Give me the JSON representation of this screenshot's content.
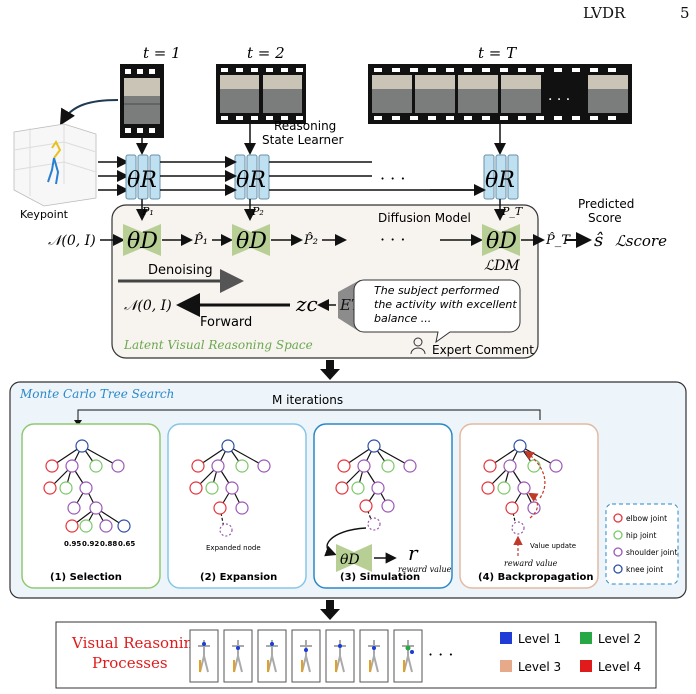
{
  "header": {
    "running_title": "LVDR",
    "page_number": "5"
  },
  "top": {
    "time_labels": [
      "t = 1",
      "t = 2",
      "t = T"
    ],
    "reasoning_label_1": "Reasoning",
    "reasoning_label_2": "State Learner",
    "keypoint_label": "Keypoint",
    "theta_r": "θR",
    "theta_d": "θD",
    "ellipsis": "· · ·",
    "diffusion_model": "Diffusion Model",
    "predicted_1": "Predicted",
    "predicted_2": "Score",
    "normal_input": "𝒩(0, I)",
    "normal_output": "𝒩(0, I)",
    "p1": "P₁",
    "p2": "P₂",
    "pT": "P_T",
    "p1hat": "P̂₁",
    "p2hat": "P̂₂",
    "pThat": "P̂_T",
    "s_hat": "ŝ",
    "l_score": "ℒscore",
    "l_dm": "ℒDM",
    "denoising": "Denoising",
    "forward": "Forward",
    "zc": "zc",
    "et": "ET",
    "comment_1": "The subject performed",
    "comment_2": "the activity with excellent",
    "comment_3": "balance ...",
    "expert_comment": "Expert Comment",
    "space_label": "Latent Visual Reasoning Space"
  },
  "mcts": {
    "title": "Monte Carlo Tree Search",
    "m_iterations": "M iterations",
    "panels": [
      "(1) Selection",
      "(2) Expansion",
      "(3) Simulation",
      "(4) Backpropagation"
    ],
    "scores": [
      "0.95",
      "0.92",
      "0.88",
      "0.65"
    ],
    "expanded_node": "Expanded node",
    "theta_d": "θD",
    "r": "r",
    "reward_value": "reward value",
    "value_update": "Value update",
    "reward_value_2": "reward value",
    "legend": [
      "elbow joint",
      "hip joint",
      "shoulder joint",
      "knee joint"
    ]
  },
  "bottom": {
    "title_1": "Visual Reasoning",
    "title_2": "Processes",
    "ellipsis": "· · ·",
    "levels": [
      "Level 1",
      "Level 2",
      "Level 3",
      "Level 4"
    ]
  },
  "colors": {
    "elbow": "#e8333b",
    "hip": "#7cc86a",
    "shoulder": "#9b59b6",
    "knee": "#2e4fa3",
    "level1": "#1f3cd6",
    "level2": "#27a844",
    "level3": "#e6a98a",
    "level4": "#e01b1b",
    "theta_r_fill": "#bfe0f0",
    "theta_d_fill": "#b7cf94",
    "space_green": "#6aa84f",
    "mcts_blue": "#2a88c8"
  }
}
